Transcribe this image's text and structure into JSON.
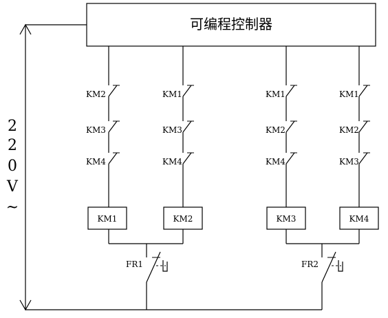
{
  "plc": {
    "label": "可编程控制器"
  },
  "supply": {
    "chars": [
      "2",
      "2",
      "0",
      "V",
      "~"
    ]
  },
  "branches": [
    {
      "contacts": [
        "KM2",
        "KM3",
        "KM4"
      ],
      "coil": "KM1"
    },
    {
      "contacts": [
        "KM1",
        "KM3",
        "KM4"
      ],
      "coil": "KM2"
    },
    {
      "contacts": [
        "KM1",
        "KM2",
        "KM4"
      ],
      "coil": "KM3"
    },
    {
      "contacts": [
        "KM1",
        "KM2",
        "KM3"
      ],
      "coil": "KM4"
    }
  ],
  "relays": [
    {
      "label": "FR1"
    },
    {
      "label": "FR2"
    }
  ]
}
